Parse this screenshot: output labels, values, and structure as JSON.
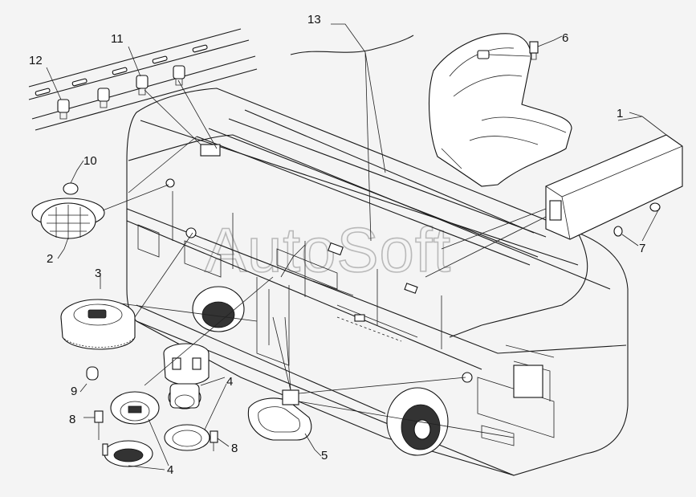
{
  "watermark": "AutoSoft",
  "callouts": [
    {
      "id": "c1",
      "text": "1"
    },
    {
      "id": "c2",
      "text": "2"
    },
    {
      "id": "c3",
      "text": "3"
    },
    {
      "id": "c4a",
      "text": "4"
    },
    {
      "id": "c4b",
      "text": "4"
    },
    {
      "id": "c5",
      "text": "5"
    },
    {
      "id": "c6",
      "text": "6"
    },
    {
      "id": "c7",
      "text": "7"
    },
    {
      "id": "c8a",
      "text": "8"
    },
    {
      "id": "c8b",
      "text": "8"
    },
    {
      "id": "c9",
      "text": "9"
    },
    {
      "id": "c10",
      "text": "10"
    },
    {
      "id": "c11",
      "text": "11"
    },
    {
      "id": "c12",
      "text": "12"
    },
    {
      "id": "c13",
      "text": "13"
    }
  ]
}
